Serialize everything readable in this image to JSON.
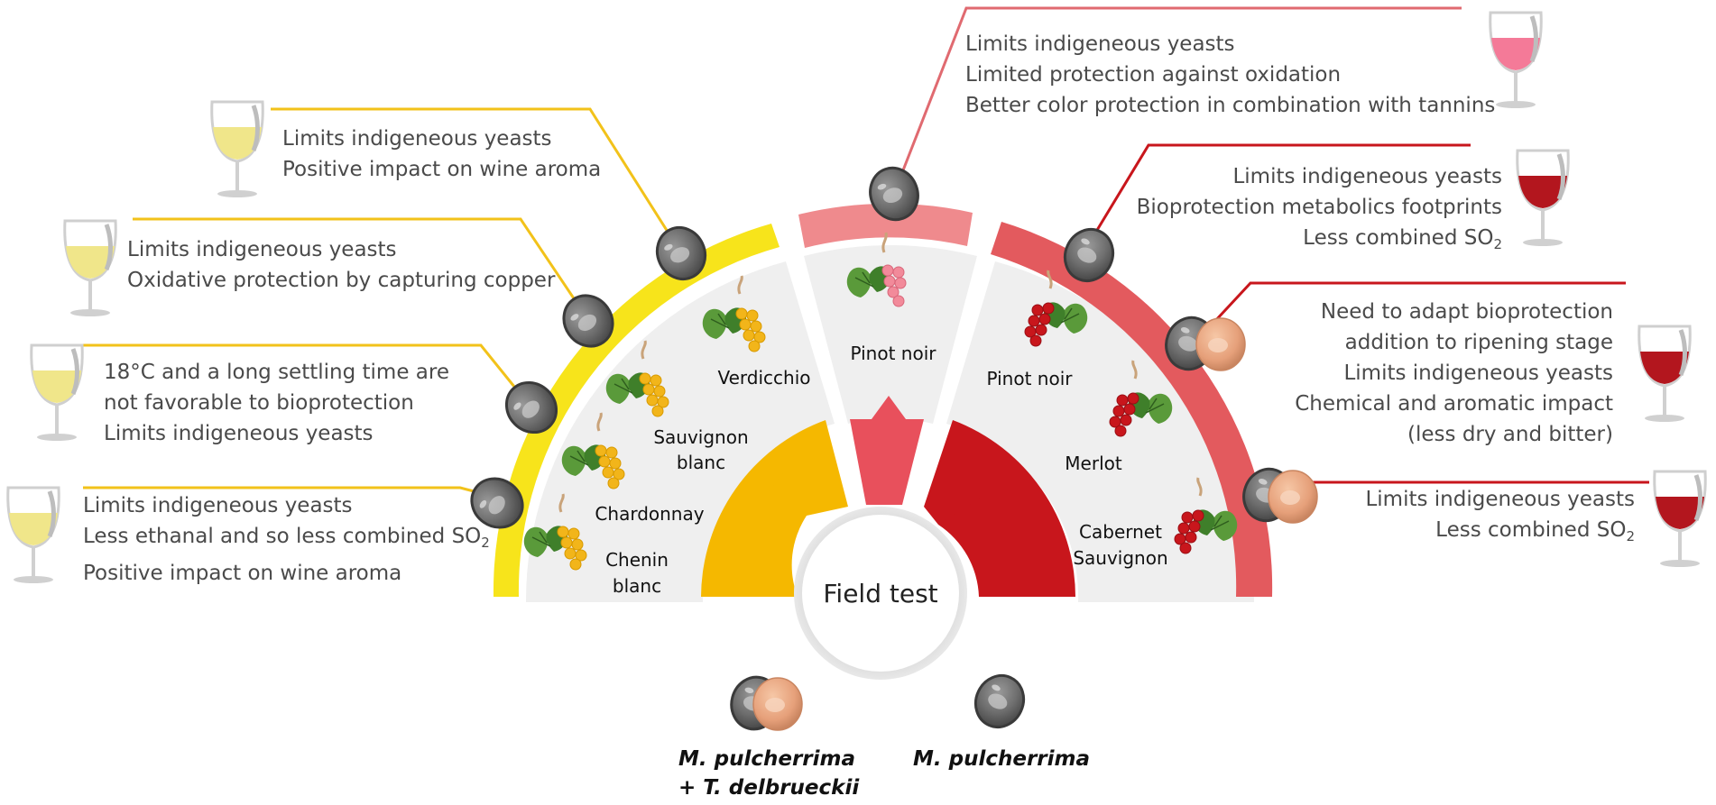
{
  "center_label": "Field test",
  "colors": {
    "white_arc": "#f7e41b",
    "white_inner": "#f5b800",
    "rose_arc": "#ef8a8d",
    "rose_inner": "#e8505c",
    "red_arc": "#e35a5e",
    "red_inner": "#c8161c",
    "callout_white": "#f2c21a",
    "callout_rose": "#e06a70",
    "callout_red": "#c8161c",
    "panel": "#efefef"
  },
  "varieties": {
    "verdicchio": "Verdicchio",
    "sauvignon_line1": "Sauvignon",
    "sauvignon_line2": "blanc",
    "chardonnay": "Chardonnay",
    "chenin_line1": "Chenin",
    "chenin_line2": "blanc",
    "pinot_noir_rose": "Pinot noir",
    "pinot_noir_red": "Pinot noir",
    "merlot": "Merlot",
    "cabernet_line1": "Cabernet",
    "cabernet_line2": "Sauvignon"
  },
  "callouts": {
    "verdicchio": [
      "Limits indigeneous yeasts",
      "Positive impact on wine aroma"
    ],
    "sauvignon": [
      "Limits indigeneous yeasts",
      "Oxidative protection by capturing copper"
    ],
    "chardonnay": [
      "18°C and a long settling time are",
      "not favorable to bioprotection",
      "Limits indigeneous yeasts"
    ],
    "chenin": {
      "line1": "Limits indigeneous yeasts",
      "line2_prefix": "Less ethanal and so less combined ",
      "line2_chem": "SO",
      "line2_sub": "2",
      "line3": "Positive impact on wine aroma"
    },
    "pinot_rose": [
      "Limits indigeneous yeasts",
      "Limited protection against oxidation",
      "Better color protection in combination with tannins"
    ],
    "pinot_red": {
      "line1": "Limits indigeneous yeasts",
      "line2": "Bioprotection metabolics footprints",
      "line3_prefix": "Less combined ",
      "line3_chem": "SO",
      "line3_sub": "2"
    },
    "merlot": [
      "Need to adapt bioprotection",
      "addition to ripening stage",
      "Limits indigeneous yeasts",
      "Chemical and aromatic impact",
      "(less dry and bitter)"
    ],
    "cabernet": {
      "line1": "Limits indigeneous yeasts",
      "line2_prefix": "Less combined ",
      "line2_chem": "SO",
      "line2_sub": "2"
    }
  },
  "legend": {
    "mixed_line1": "M. pulcherrima",
    "mixed_line2": "+ T. delbrueckii",
    "single": "M. pulcherrima"
  }
}
